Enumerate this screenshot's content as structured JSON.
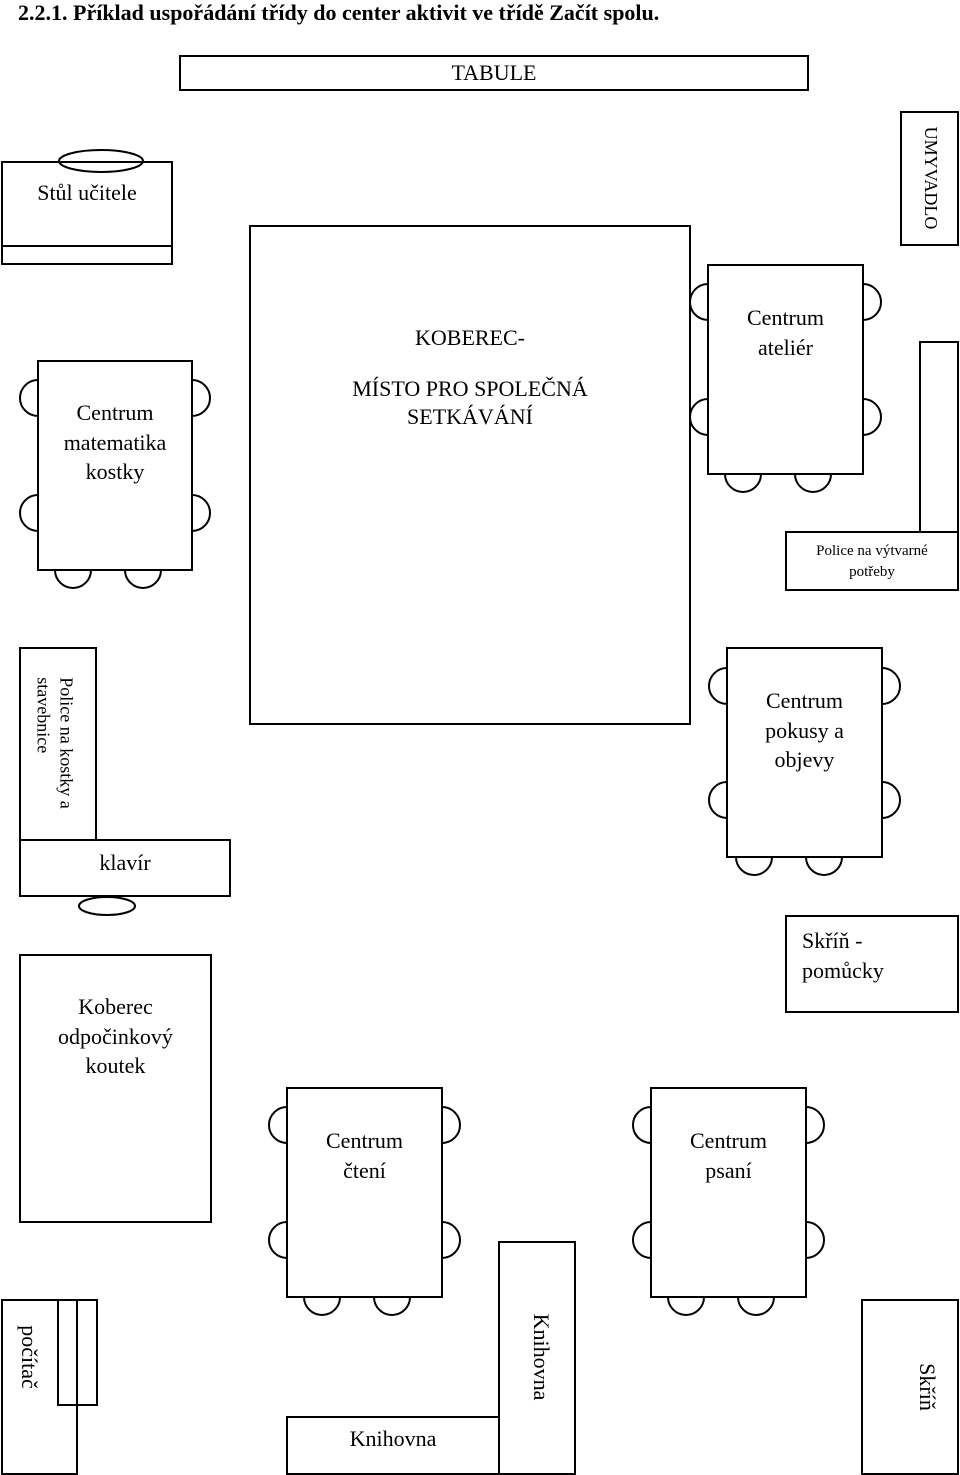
{
  "heading": "2.2.1. Příklad uspořádání třídy do center aktivit ve třídě Začít spolu.",
  "labels": {
    "tabule": "TABULE",
    "teacher_desk": "Stůl učitele",
    "sink": "UMYVADLO",
    "carpet_line1": "KOBEREC-",
    "carpet_line2": "MÍSTO PRO SPOLEČNÁ",
    "carpet_line3": "SETKÁVÁNÍ",
    "math_line1": "Centrum",
    "math_line2": "matematika",
    "math_line3": "kostky",
    "atelier_line1": "Centrum",
    "atelier_line2": "ateliér",
    "art_shelf_line1": "Police na výtvarné",
    "art_shelf_line2": "potřeby",
    "blocks_shelf_line1": "Police na kostky a",
    "blocks_shelf_line2": "stavebnice",
    "science_line1": "Centrum",
    "science_line2": "pokusy a",
    "science_line3": "objevy",
    "piano": "klavír",
    "cabinet_aids_line1": "Skříň -",
    "cabinet_aids_line2": "pomůcky",
    "rest_carpet_line1": "Koberec",
    "rest_carpet_line2": "odpočinkový",
    "rest_carpet_line3": "koutek",
    "reading_line1": "Centrum",
    "reading_line2": "čtení",
    "writing_line1": "Centrum",
    "writing_line2": "psaní",
    "computer": "počítač",
    "bookcase_vertical": "Knihovna",
    "bookcase_horizontal": "Knihovna",
    "cabinet": "Skříň"
  }
}
